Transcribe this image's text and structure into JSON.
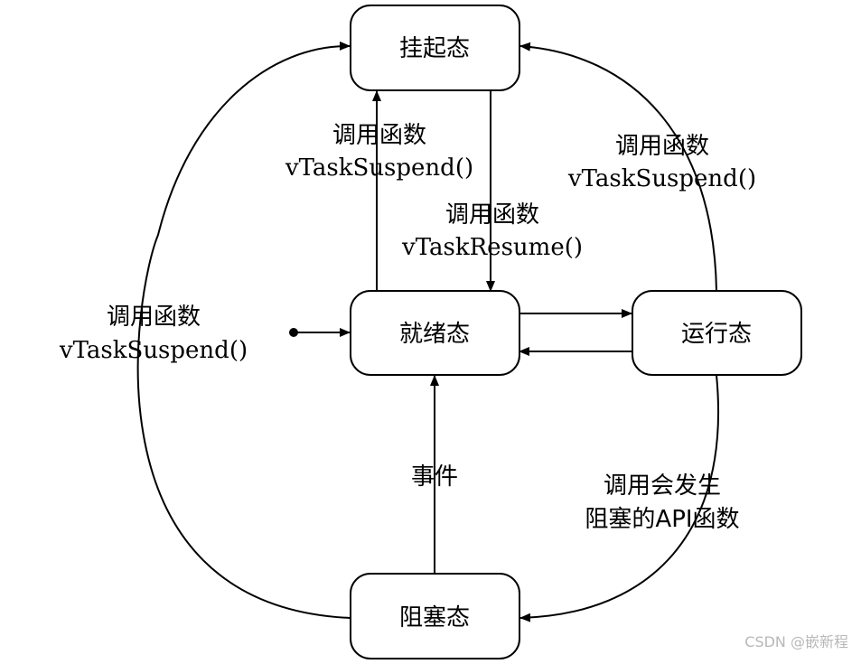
{
  "diagram": {
    "nodes": {
      "suspended": "挂起态",
      "ready": "就绪态",
      "running": "运行态",
      "blocked": "阻塞态"
    },
    "edges": {
      "ready_to_suspended": [
        "调用函数",
        "vTaskSuspend()"
      ],
      "suspended_to_ready": [
        "调用函数",
        "vTaskResume()"
      ],
      "running_to_suspended": [
        "调用函数",
        "vTaskSuspend()"
      ],
      "blocked_to_suspended": [
        "调用函数",
        "vTaskSuspend()"
      ],
      "blocked_to_ready": [
        "事件"
      ],
      "running_to_blocked": [
        "调用会发生",
        "阻塞的API函数"
      ]
    }
  },
  "watermark": "CSDN @嵌新程"
}
